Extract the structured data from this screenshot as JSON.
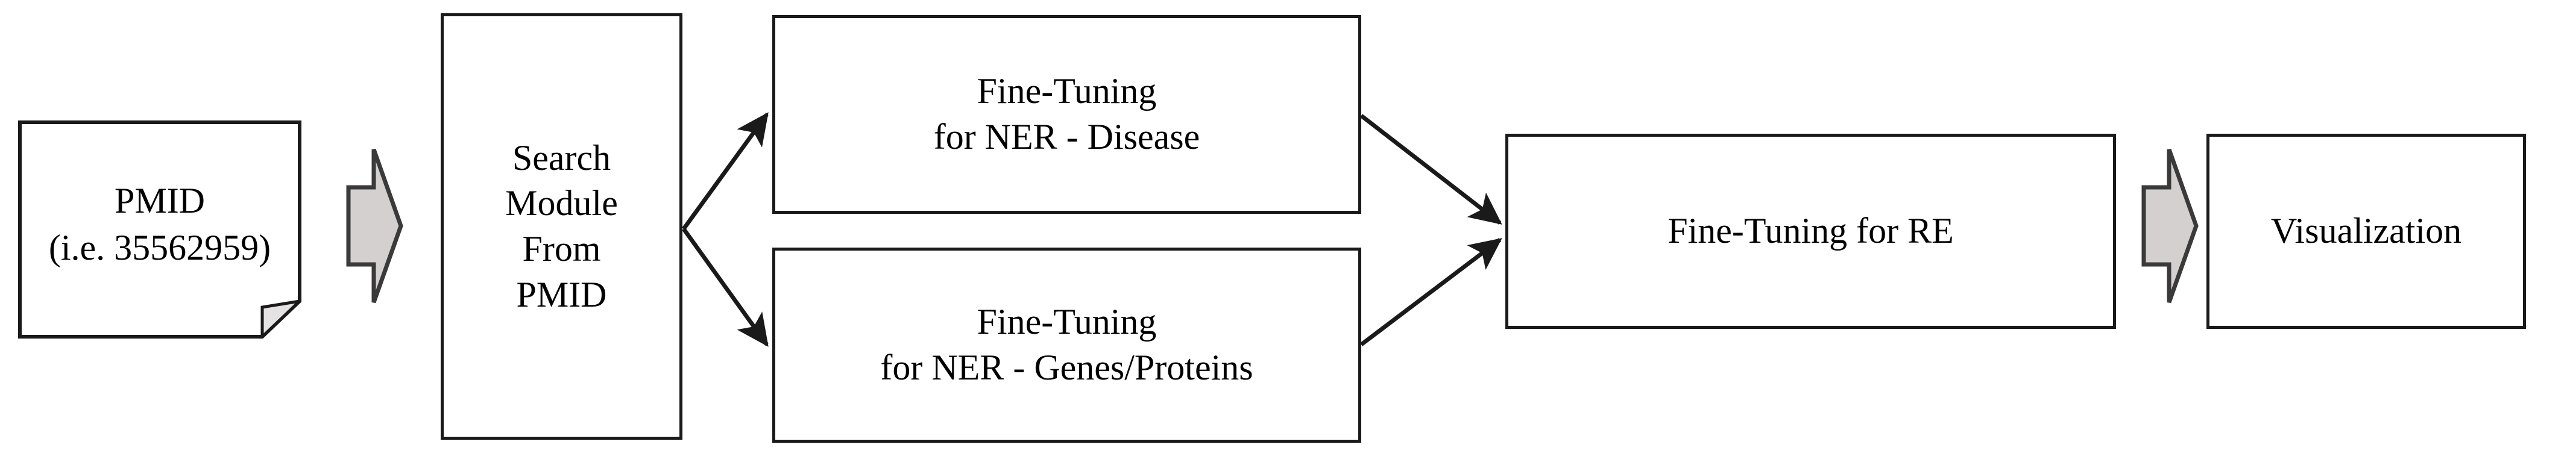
{
  "diagram": {
    "title": "NLP pipeline flowchart from PMID to Visualization",
    "colors": {
      "stroke": "#1a1a1a",
      "fill": "#ffffff",
      "arrow_fill": "#d4d0d0",
      "arrow_stroke": "#3a3a3a",
      "text": "#000000"
    },
    "nodes": {
      "pmid": {
        "label": "PMID\n(i.e. 35562959)",
        "shape": "document",
        "line1": "PMID",
        "line2": "(i.e. 35562959)"
      },
      "search_module": {
        "label": "Search\nModule\nFrom\nPMID",
        "shape": "rectangle"
      },
      "ner_disease": {
        "label": "Fine-Tuning\nfor NER - Disease",
        "shape": "rectangle"
      },
      "ner_genes": {
        "label": "Fine-Tuning\nfor NER - Genes/Proteins",
        "shape": "rectangle"
      },
      "re": {
        "label": "Fine-Tuning for RE",
        "shape": "rectangle"
      },
      "visualization": {
        "label": "Visualization",
        "shape": "rectangle"
      }
    },
    "arrows": {
      "pmid_to_search": {
        "type": "block-arrow",
        "direction": "right"
      },
      "search_to_ner_disease": {
        "type": "line-arrow",
        "direction": "up-right"
      },
      "search_to_ner_genes": {
        "type": "line-arrow",
        "direction": "down-right"
      },
      "ner_disease_to_re": {
        "type": "line-arrow",
        "direction": "down-right"
      },
      "ner_genes_to_re": {
        "type": "line-arrow",
        "direction": "up-right"
      },
      "re_to_visualization": {
        "type": "block-arrow",
        "direction": "right"
      }
    }
  }
}
